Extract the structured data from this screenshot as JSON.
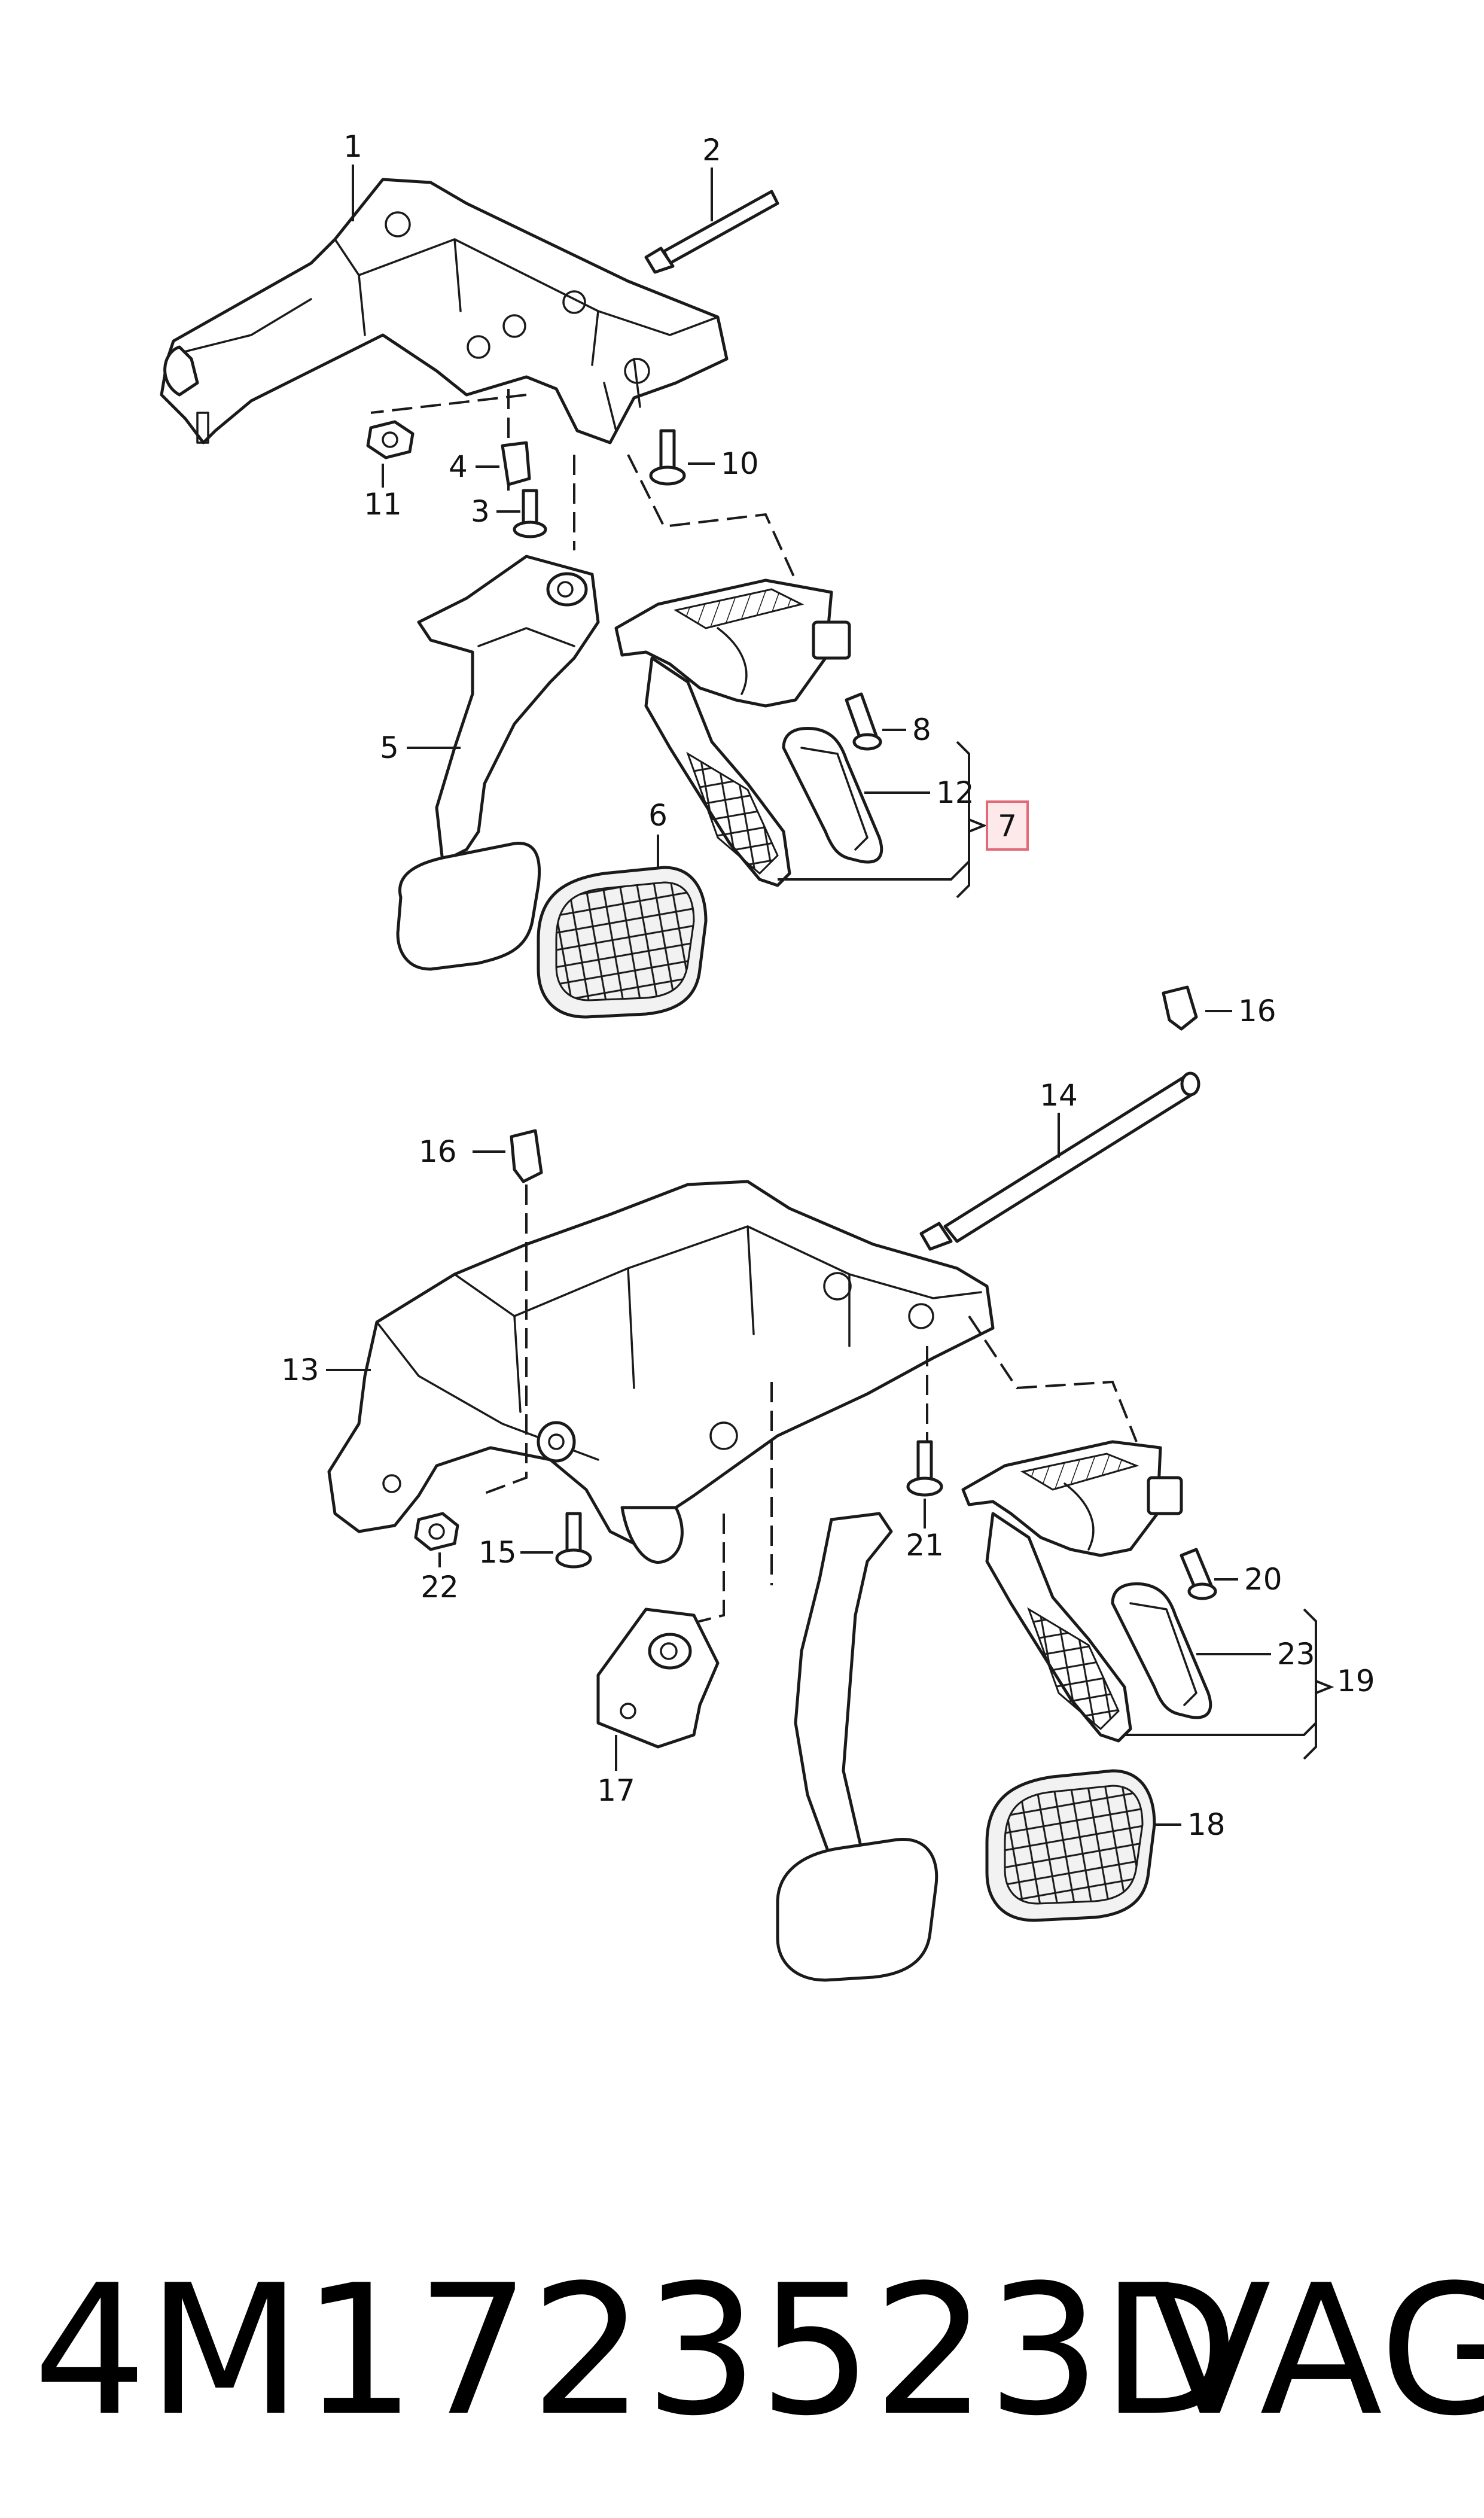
{
  "callouts": {
    "c1": "1",
    "c2": "2",
    "c3": "3",
    "c4": "4",
    "c5": "5",
    "c6": "6",
    "c7": "7",
    "c8": "8",
    "c10": "10",
    "c11": "11",
    "c12": "12",
    "c13": "13",
    "c14": "14",
    "c15": "15",
    "c16a": "16",
    "c16b": "16",
    "c17": "17",
    "c18": "18",
    "c19": "19",
    "c20": "20",
    "c21": "21",
    "c22": "22",
    "c23": "23"
  },
  "highlighted_callout": "7",
  "highlight_color": "#e06a78",
  "caption": {
    "part_number": "4M1723523D",
    "brand": "VAG"
  }
}
